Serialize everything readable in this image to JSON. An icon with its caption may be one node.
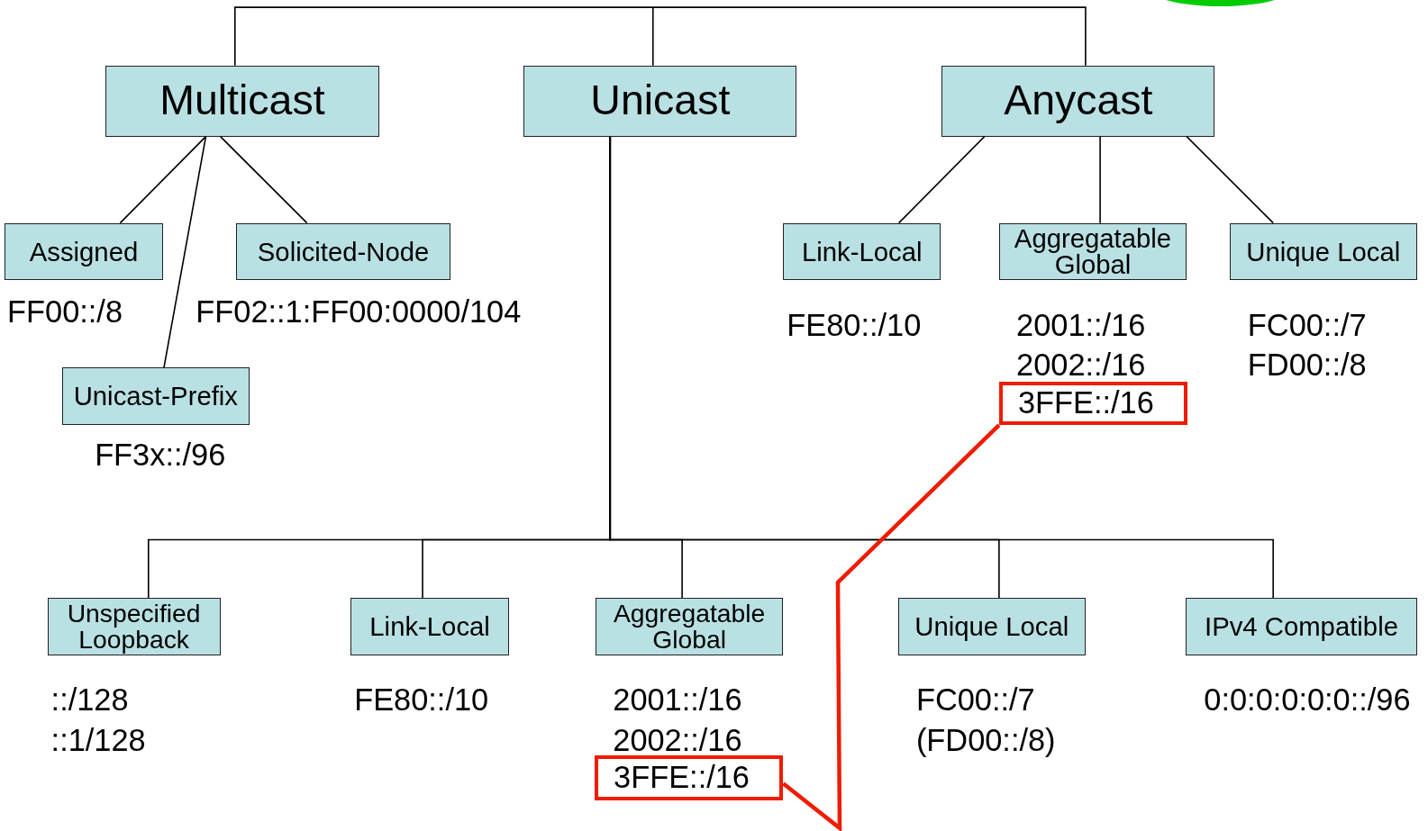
{
  "diagram": {
    "nodes": [
      {
        "text": [
          "Multicast"
        ]
      },
      {
        "text": [
          "Unicast"
        ]
      },
      {
        "text": [
          "Anycast"
        ]
      },
      {
        "text": [
          "Assigned"
        ],
        "beside": [
          "FF00::/8"
        ]
      },
      {
        "text": [
          "Solicited-Node"
        ],
        "beside": [
          "FF02::1:FF00:0000/104"
        ]
      },
      {
        "text": [
          "Unicast-Prefix"
        ],
        "beside": [
          "FF3x::/96"
        ]
      },
      {
        "text": [
          "Link-Local"
        ],
        "beside": [
          "FE80::/10"
        ]
      },
      {
        "text": [
          "Aggregatable Global"
        ],
        "beside": [
          "2001::/16",
          "2002::/16"
        ]
      },
      {
        "text": [
          "3FFE::/16"
        ]
      },
      {
        "text": [
          "Unique Local"
        ],
        "beside": [
          "FC00::/7",
          "FD00::/8"
        ]
      },
      {
        "text": [
          "Unspecified Loopback"
        ],
        "beside": [
          "::/128",
          "::1/128"
        ]
      },
      {
        "text": [
          "Link-Local"
        ],
        "beside": [
          "FE80::/10"
        ]
      },
      {
        "text": [
          "Aggregatable Global"
        ],
        "beside": [
          "2001::/16",
          "2002::/16"
        ]
      },
      {
        "text": [
          "3FFE::/16"
        ]
      },
      {
        "text": [
          "Unique Local"
        ],
        "beside": [
          "FC00::/7",
          "(FD00::/8)"
        ]
      },
      {
        "text": [
          "IPv4 Compatible"
        ],
        "beside": [
          "0:0:0:0:0:0::/96"
        ]
      }
    ],
    "edges": [
      {
        "from": null,
        "to": 0,
        "arrow": "none"
      },
      {
        "from": null,
        "to": 1,
        "arrow": "none"
      },
      {
        "from": null,
        "to": 2,
        "arrow": "none"
      },
      {
        "from": 0,
        "to": 3,
        "arrow": "none"
      },
      {
        "from": 0,
        "to": 5,
        "arrow": "none"
      },
      {
        "from": 0,
        "to": 4,
        "arrow": "none"
      },
      {
        "from": 2,
        "to": 6,
        "arrow": "none"
      },
      {
        "from": 2,
        "to": 7,
        "arrow": "none"
      },
      {
        "from": 2,
        "to": 9,
        "arrow": "none"
      },
      {
        "from": 1,
        "to": 10,
        "arrow": "none"
      },
      {
        "from": 1,
        "to": 11,
        "arrow": "none"
      },
      {
        "from": 1,
        "to": 12,
        "arrow": "none"
      },
      {
        "from": 1,
        "to": 14,
        "arrow": "none"
      },
      {
        "from": 1,
        "to": 15,
        "arrow": "none"
      },
      {
        "from": 8,
        "to": 13,
        "arrow": "none",
        "style": "thick",
        "color": "#ee1c00"
      }
    ]
  }
}
